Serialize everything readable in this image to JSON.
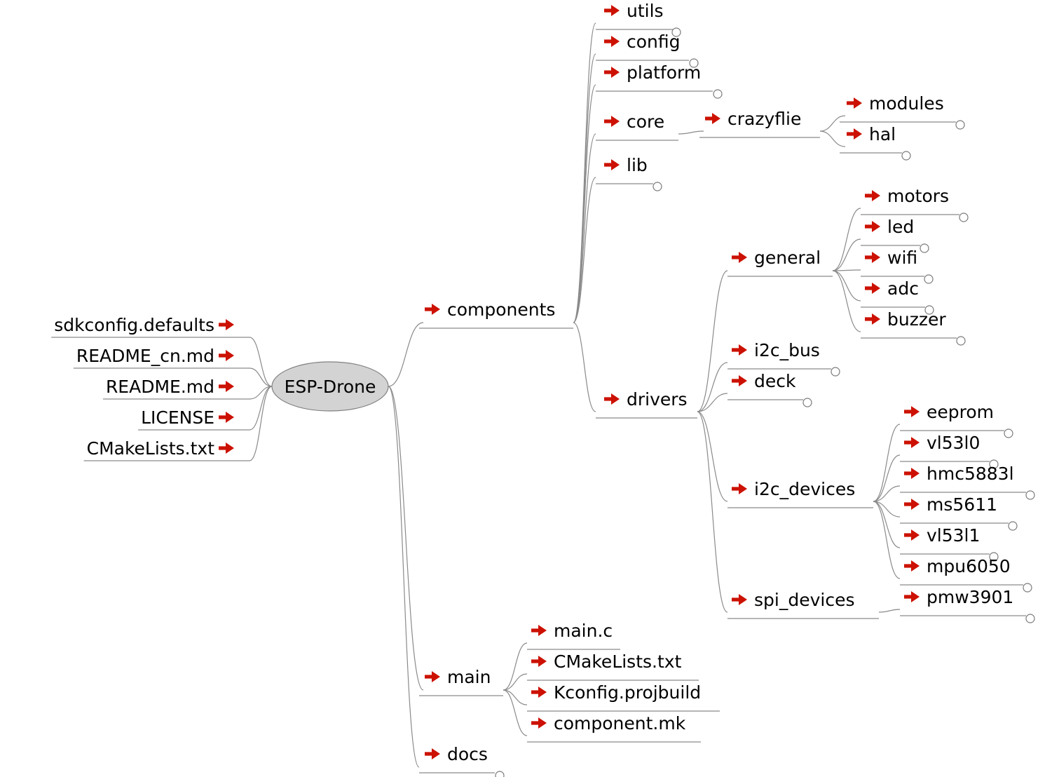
{
  "root": "ESP-Drone",
  "colors": {
    "arrow": "#cc1100",
    "connector": "#8a8a8a",
    "root_fill": "#d3d3d3"
  },
  "icons": {
    "link": "right-arrow-icon",
    "collapsed": "fold-circle-icon"
  },
  "left": [
    "sdkconfig.defaults",
    "README_cn.md",
    "README.md",
    "LICENSE",
    "CMakeLists.txt"
  ],
  "components": {
    "label": "components",
    "children": {
      "utils": "utils",
      "config": "config",
      "platform": "platform",
      "core": "core",
      "crazyflie": "crazyflie",
      "modules": "modules",
      "hal": "hal",
      "lib": "lib",
      "drivers": "drivers",
      "general": "general",
      "general_items": [
        "motors",
        "led",
        "wifi",
        "adc",
        "buzzer"
      ],
      "i2c_bus": "i2c_bus",
      "deck": "deck",
      "i2c_devices": "i2c_devices",
      "i2c_devices_items": [
        "eeprom",
        "vl53l0",
        "hmc5883l",
        "ms5611",
        "vl53l1",
        "mpu6050"
      ],
      "spi_devices": "spi_devices",
      "pmw3901": "pmw3901"
    }
  },
  "main": {
    "label": "main",
    "items": [
      "main.c",
      "CMakeLists.txt",
      "Kconfig.projbuild",
      "component.mk"
    ]
  },
  "docs": "docs"
}
